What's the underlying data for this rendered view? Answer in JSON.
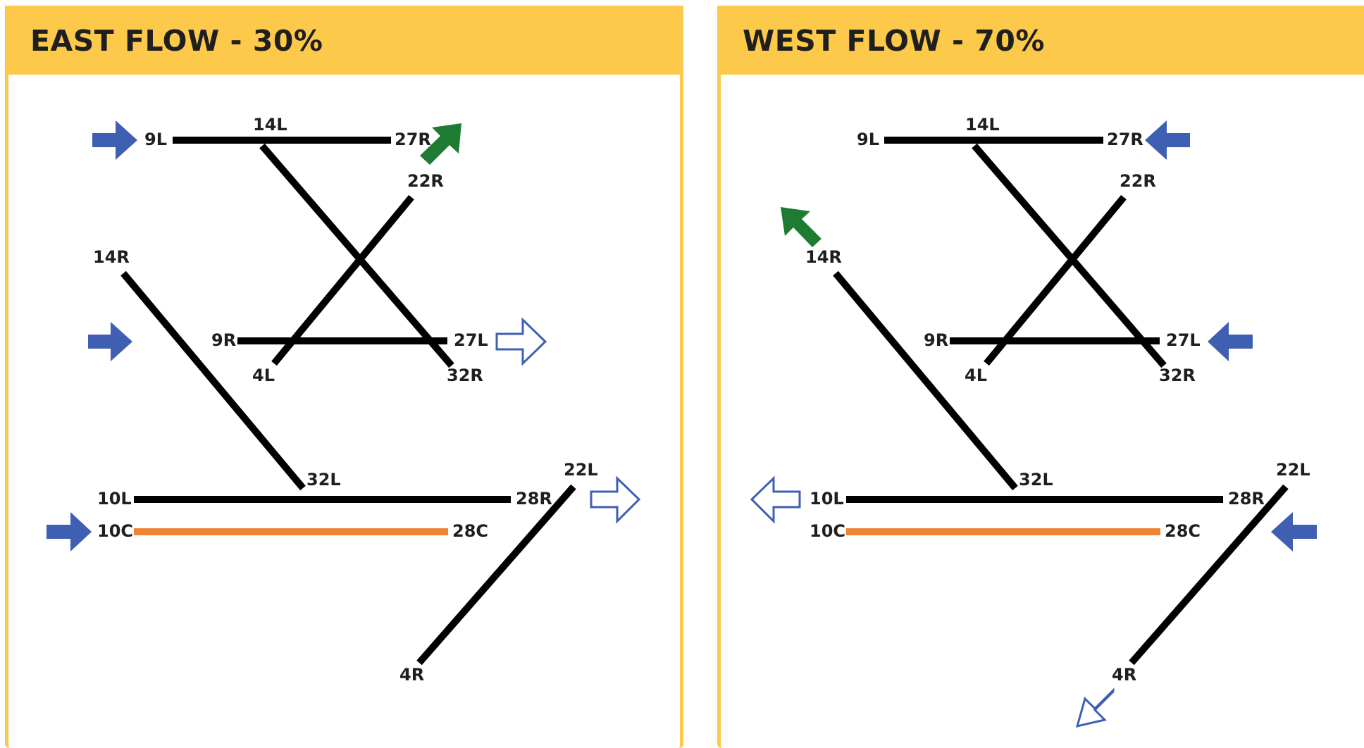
{
  "colors": {
    "header": "#fcc94b",
    "runway": "#000000",
    "runway_special": "#ef8534",
    "arrival_arrow": "#3f5fb3",
    "departure_arrow": "#1e7c32"
  },
  "panels": [
    {
      "title": "EAST FLOW - 30%",
      "runway_labels": [
        "9L",
        "14L",
        "27R",
        "22R",
        "14R",
        "9R",
        "27L",
        "4L",
        "32R",
        "32L",
        "22L",
        "10L",
        "28R",
        "10C",
        "28C",
        "4R"
      ],
      "arrows": [
        "arrival-arrow-right-9L",
        "departure-arrow-ne",
        "arrival-arrow-right-9R",
        "departure-outline-arrow-right-27L",
        "departure-outline-arrow-right-28R",
        "arrival-arrow-right-10C"
      ]
    },
    {
      "title": "WEST FLOW - 70%",
      "runway_labels": [
        "9L",
        "14L",
        "27R",
        "22R",
        "14R",
        "9R",
        "27L",
        "4L",
        "32R",
        "32L",
        "22L",
        "10L",
        "28R",
        "10C",
        "28C",
        "4R"
      ],
      "arrows": [
        "arrival-arrow-left-27R",
        "departure-arrow-nw",
        "arrival-arrow-left-27L",
        "departure-outline-arrow-left-10L",
        "arrival-arrow-left-28C",
        "departure-outline-arrow-sw-4R"
      ]
    }
  ]
}
